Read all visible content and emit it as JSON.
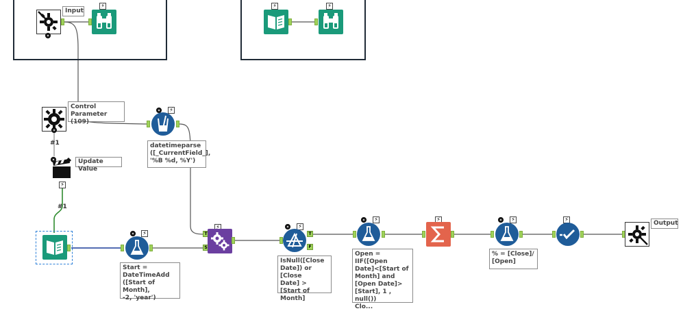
{
  "annotations": {
    "input": "Input",
    "control_parameter": "Control\nParameter (109)",
    "datetimeparse": "datetimeparse\n([_CurrentField_],\n'%B %d, %Y')",
    "update_value": "Update Value",
    "start_formula": "Start =\nDateTimeAdd\n([Start of Month],\n-2, 'year')",
    "filter_expr": "IsNull([Close\nDate]) or [Close\nDate] > [Start of\nMonth]",
    "open_formula": "Open = IIF([Open\nDate]<[Start of\nMonth] and\n[Open Date]>\n[Start], 1 , null())\nClo...",
    "pct_formula": "% = [Close]/\n[Open]",
    "output": "Output"
  },
  "labels": {
    "conn_1a": "#1",
    "conn_1b": "#1",
    "join_t": "T",
    "join_s": "S",
    "filter_t": "T",
    "filter_f": "F",
    "bolt": "⚡"
  },
  "icons": {
    "macro_input": "macro-input-icon",
    "browse": "binoculars-icon",
    "text_input": "book-icon",
    "control_param": "gear-icon",
    "multi_field": "beaker-icon",
    "action": "clapperboard-icon",
    "formula": "flask-icon",
    "append": "append-fields-icon",
    "filter": "filter-icon",
    "summarize": "sigma-icon",
    "select": "check-icon",
    "macro_output": "macro-output-icon"
  },
  "colors": {
    "green": "#1a9a7a",
    "blue": "#1f5c99",
    "purple": "#6b3fa0",
    "orange": "#e3644c",
    "wire": "#555555",
    "wire_green": "#2e8b2e",
    "wire_blue": "#1a3c99",
    "container": "#1f2a36"
  }
}
